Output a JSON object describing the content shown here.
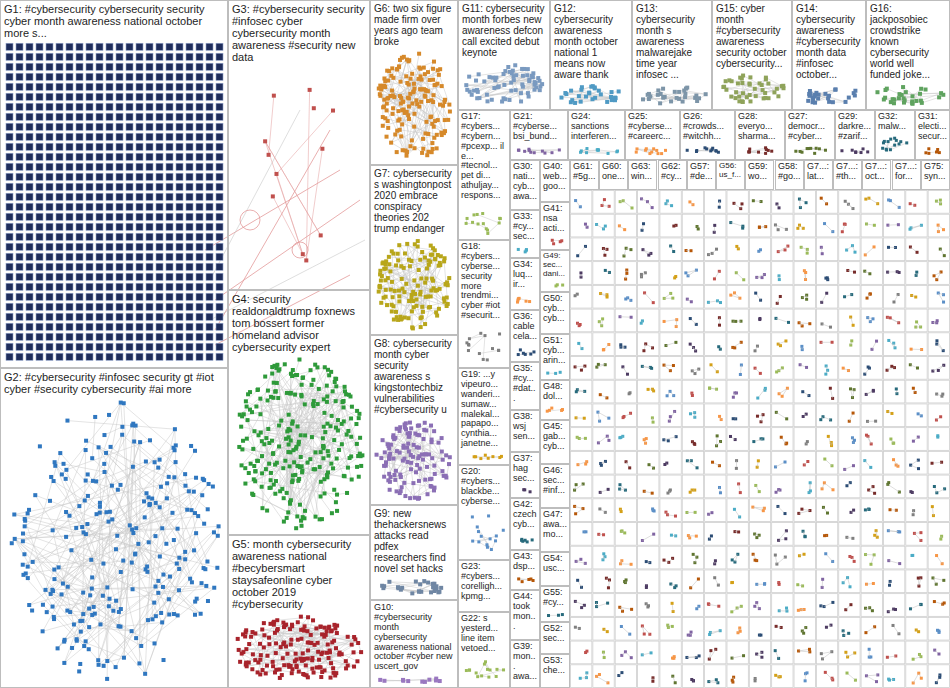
{
  "diagram": {
    "nodes": [
      {
        "text": [
          "G1: #cybersecurity cybersecurity security cyber month awareness national october more s..."
        ]
      },
      {
        "text": [
          "G2: #cybersecurity #infosec security gt #iot cyber #security cybersecurity #ai more"
        ]
      },
      {
        "text": [
          "G3: #cybersecurity security #infosec cyber cybersecurity month awareness #security new data"
        ]
      },
      {
        "text": [
          "G4: security realdonaldtrump foxnews tom bossert former homeland advisor cybersecurity expert"
        ]
      },
      {
        "text": [
          "G5: month cybersecurity awareness national #becybersmart staysafeonline cyber october 2019 #cybersecurity"
        ]
      },
      {
        "text": [
          "G6: two six figure made firm over years ago team broke"
        ]
      },
      {
        "text": [
          "G7: cybersecurity s washingtonpost 2020 embrace conspiracy theories 202 trump endanger"
        ]
      },
      {
        "text": [
          "G8: cybersecurity month cyber security awareness s kingstontechbiz vulnerabilities #cybersecurity u"
        ]
      },
      {
        "text": [
          "G9: new thehackersnews attacks read pdfex researchers find novel set hacks"
        ]
      },
      {
        "text": [
          "G10: #cybersecurity month cybersecurity awareness national october #cyber new uscert_gov"
        ]
      },
      {
        "text": [
          "G11: cybersecurity month forbes new awareness defcon call excited debut keynote"
        ]
      },
      {
        "text": [
          "G12: cybersecurity awareness month october national 1 means now aware thank"
        ]
      },
      {
        "text": [
          "G13: cybersecurity month s awareness malwarejake time year infosec ..."
        ]
      },
      {
        "text": [
          "G15: cyber month #cybersecurity awareness security october cybersecurity..."
        ]
      },
      {
        "text": [
          "G14: cybersecurity awareness #cybersecurity month data #infosec october..."
        ]
      },
      {
        "text": [
          "G16: jackposobiec crowdstrike known cybersecurity world well funded joke..."
        ]
      },
      {
        "text": [
          "G17: #cybers... #cybern... #pcexp... il e... #tecnol... pet di... athuljay... respons..."
        ]
      },
      {
        "text": [
          "G21: #cyberse... bsi_bund..."
        ]
      },
      {
        "text": [
          "G24: sanctions interferen..."
        ]
      },
      {
        "text": [
          "G25: #cyberse... #careerc..."
        ]
      },
      {
        "text": [
          "G26: #crowds... #witchh..."
        ]
      },
      {
        "text": [
          "G28: everyo... sharma..."
        ]
      },
      {
        "text": [
          "G27: democr... #cyber..."
        ]
      },
      {
        "text": [
          "G29: darkre... #zarif..."
        ]
      },
      {
        "text": [
          "G32: malw..."
        ]
      },
      {
        "text": [
          "G31: electi... secur..."
        ]
      },
      {
        "text": [
          "G18: #cybers... cyberse... security more trendmi... cyber #iot #securit..."
        ]
      },
      {
        "text": [
          "G19: ...y vipeuro... wanderi... sumaw... malekal... papapo... cynthia... janetne..."
        ]
      },
      {
        "text": [
          "G20: #cybers... blackbe... cyberse..."
        ]
      },
      {
        "text": [
          "G23: #cybers... corelligh... kpmg..."
        ]
      },
      {
        "text": [
          "G22: s yesterd... line item vetoed..."
        ]
      },
      {
        "text": [
          "G30: nati... cyb... awa..."
        ]
      },
      {
        "text": [
          "G33: #cy... sec..."
        ]
      },
      {
        "text": [
          "G34: luq... ir..."
        ]
      },
      {
        "text": [
          "G36: cable cela..."
        ]
      },
      {
        "text": [
          "G35: #cy... #dat..."
        ]
      },
      {
        "text": [
          "G38: wsj sen..."
        ]
      },
      {
        "text": [
          "G37: hag sec..."
        ]
      },
      {
        "text": [
          "G42: czech cyb..."
        ]
      },
      {
        "text": [
          "G43: dsp..."
        ]
      },
      {
        "text": [
          "G44: took mon..."
        ]
      },
      {
        "text": [
          "G39: mon... awa..."
        ]
      },
      {
        "text": [
          "G40: web... goo..."
        ]
      },
      {
        "text": [
          "G41: nsa acti..."
        ]
      },
      {
        "text": [
          "G49: sec... dani..."
        ]
      },
      {
        "text": [
          "G50: cyb... cyb..."
        ]
      },
      {
        "text": [
          "G51: cyb... arin..."
        ]
      },
      {
        "text": [
          "G48: dol..."
        ]
      },
      {
        "text": [
          "G45: gab... cyb..."
        ]
      },
      {
        "text": [
          "G46: sec... #inf..."
        ]
      },
      {
        "text": [
          "G47: awa... mo..."
        ]
      },
      {
        "text": [
          "G54: usc..."
        ]
      },
      {
        "text": [
          "G55: #cy..."
        ]
      },
      {
        "text": [
          "G52: sec..."
        ]
      },
      {
        "text": [
          "G53: che..."
        ]
      },
      {
        "text": [
          "G61: #5g..."
        ]
      },
      {
        "text": [
          "G60: one..."
        ]
      },
      {
        "text": [
          "G63: win..."
        ]
      },
      {
        "text": [
          "G62: #cy..."
        ]
      },
      {
        "text": [
          "G57: #de..."
        ]
      },
      {
        "text": [
          "G56: us_f..."
        ]
      },
      {
        "text": [
          "G59: wo..."
        ]
      },
      {
        "text": [
          "G58: #go..."
        ]
      },
      {
        "text": [
          "G7...: lat..."
        ]
      },
      {
        "text": [
          "G7...: #th..."
        ]
      },
      {
        "text": [
          "G7...: oct..."
        ]
      },
      {
        "text": [
          "G7...: for..."
        ]
      },
      {
        "text": [
          "G75: syn..."
        ]
      }
    ]
  }
}
